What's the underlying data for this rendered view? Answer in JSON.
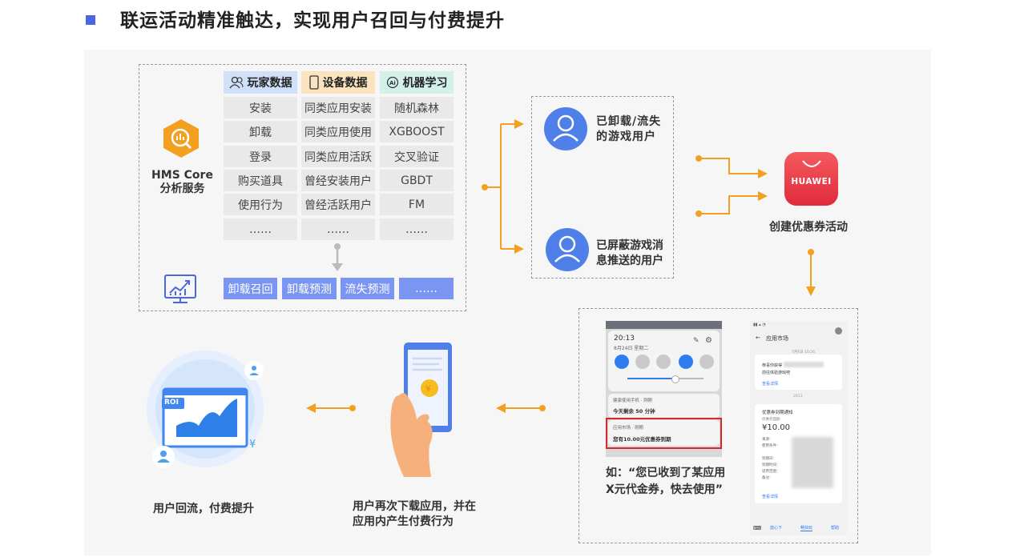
{
  "title": "联运活动精准触达，实现用户召回与付费提升",
  "hms": {
    "line1": "HMS Core",
    "line2": "分析服务"
  },
  "table": {
    "headers": [
      "玩家数据",
      "设备数据",
      "机器学习"
    ],
    "rows": [
      [
        "安装",
        "同类应用安装",
        "随机森林"
      ],
      [
        "卸载",
        "同类应用使用",
        "XGBOOST"
      ],
      [
        "登录",
        "同类应用活跃",
        "交叉验证"
      ],
      [
        "购买道具",
        "曾经安装用户",
        "GBDT"
      ],
      [
        "使用行为",
        "曾经活跃用户",
        "FM"
      ],
      [
        "……",
        "……",
        "……"
      ]
    ],
    "outputs": [
      "卸载召回",
      "卸载预测",
      "流失预测",
      "……"
    ]
  },
  "users": {
    "lost": "已卸载/流失的游戏用户",
    "lost_l1": "已卸载/流失",
    "lost_l2": "的游戏用户",
    "blocked_l1": "已屏蔽游戏消",
    "blocked_l2": "息推送的用户"
  },
  "huawei": {
    "logo": "HUAWEI",
    "caption": "创建优惠券活动"
  },
  "notice": {
    "example_l1": "如：“您已收到了某应用",
    "example_l2": "X元代金券，快去使用”",
    "phone1": {
      "time": "20:13",
      "date": "8月24日 星期二",
      "card1_title": "健康使用手机 · 刚刚",
      "card1_text": "今天剩余 50 分钟",
      "card2_title": "应用市场 · 刚刚",
      "card2_text": "您有10.00元优惠券到期"
    },
    "phone2": {
      "header": "应用市场",
      "date1": "7月6日 10:26",
      "msg1": "恭喜你获得",
      "msg1b": "前往体验游戏吧",
      "link1": "查看详情",
      "date2": "2013",
      "coupon_title": "优惠券到期通知",
      "coupon_sub": "优惠券面额",
      "coupon_amount": "¥10.00",
      "fields": [
        "来源：",
        "使用条件：",
        "",
        "到期日：",
        "到期时间：",
        "适用范围：",
        "备注："
      ],
      "link2": "查看详情",
      "tabs": [
        "放心下",
        "畅快玩",
        "帮助"
      ]
    }
  },
  "download": {
    "line1": "用户再次下载应用，并在",
    "line2": "应用内产生付费行为"
  },
  "result": {
    "caption": "用户回流，付费提升",
    "roi": "ROI",
    "currency": "¥"
  },
  "colors": {
    "accent": "#f3a020",
    "blue": "#4a66e0",
    "cell_blue": "#7b96f2",
    "avatar": "#4f7fe8"
  }
}
